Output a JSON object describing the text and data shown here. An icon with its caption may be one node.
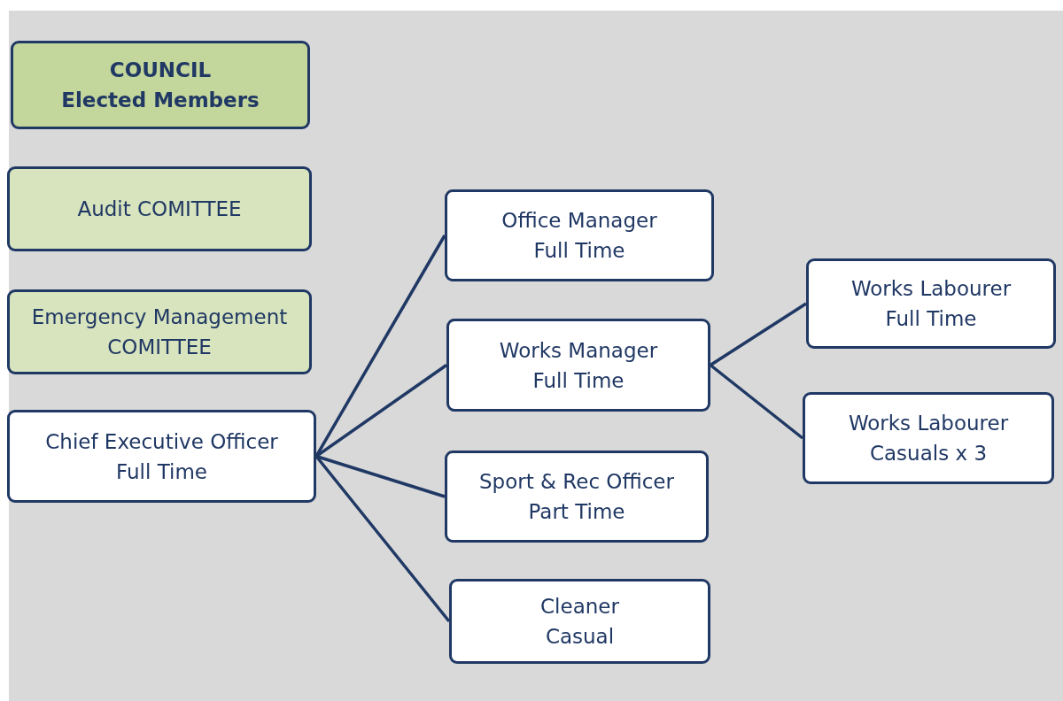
{
  "diagram": {
    "nodes": [
      {
        "text": [
          "COUNCIL",
          "Elected Members"
        ]
      },
      {
        "text": [
          "Audit COMITTEE"
        ]
      },
      {
        "text": [
          "Emergency Management COMITTEE"
        ]
      },
      {
        "text": [
          "Chief Executive Officer",
          "Full Time"
        ]
      },
      {
        "text": [
          "Office Manager",
          "Full Time"
        ]
      },
      {
        "text": [
          "Works Manager",
          "Full Time"
        ]
      },
      {
        "text": [
          "Sport & Rec Officer",
          "Part Time"
        ]
      },
      {
        "text": [
          "Cleaner",
          "Casual"
        ]
      },
      {
        "text": [
          "Works Labourer",
          "Full Time"
        ]
      },
      {
        "text": [
          "Works Labourer",
          "Casuals x 3"
        ]
      }
    ],
    "edges": [
      {
        "from": 3,
        "to": 4,
        "arrow": "none"
      },
      {
        "from": 3,
        "to": 5,
        "arrow": "none"
      },
      {
        "from": 3,
        "to": 6,
        "arrow": "none"
      },
      {
        "from": 3,
        "to": 7,
        "arrow": "none"
      },
      {
        "from": 5,
        "to": 8,
        "arrow": "none"
      },
      {
        "from": 5,
        "to": 9,
        "arrow": "none"
      }
    ]
  }
}
